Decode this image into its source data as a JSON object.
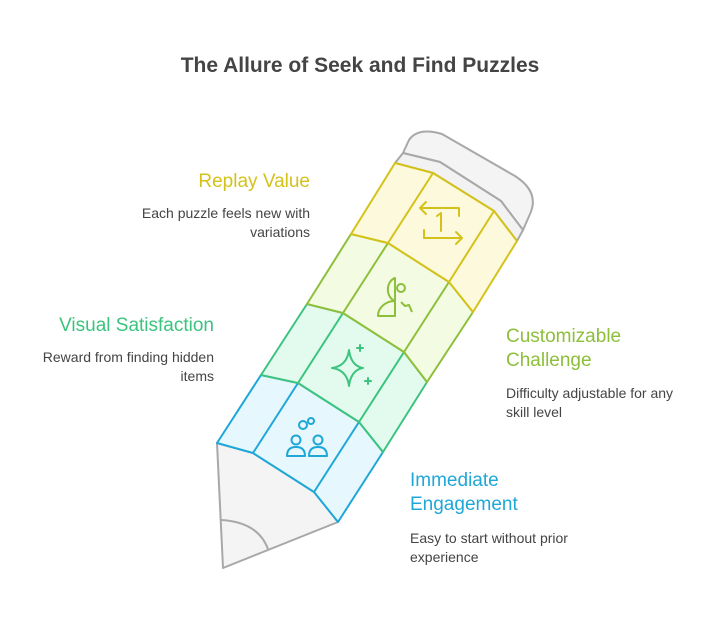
{
  "title": "The Allure of Seek and Find Puzzles",
  "items": [
    {
      "heading": "Replay Value",
      "description": "Each puzzle feels new with variations",
      "color": "#D4C21A",
      "icon": "replay-one-icon"
    },
    {
      "heading": "Customizable Challenge",
      "description": "Difficulty adjustable for any skill level",
      "color": "#8DBF3B",
      "icon": "head-gears-icon"
    },
    {
      "heading": "Visual Satisfaction",
      "description": "Reward from finding hidden items",
      "color": "#3CC47F",
      "icon": "sparkle-icon"
    },
    {
      "heading": "Immediate Engagement",
      "description": "Easy to start without prior experience",
      "color": "#1FA7D8",
      "icon": "people-connect-icon"
    }
  ]
}
